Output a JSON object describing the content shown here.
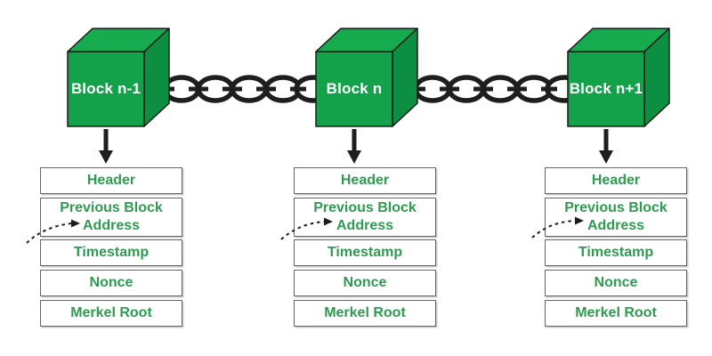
{
  "diagram": {
    "type": "blockchain-structure",
    "colors": {
      "cube_front": "#13A24A",
      "cube_top": "#15AB4E",
      "cube_side": "#0C8F40",
      "outline": "#1A1A1A",
      "chain": "#1E1E1E",
      "field_text": "#2E9B50",
      "box_border": "#636466",
      "background": "#FFFFFF"
    },
    "blocks": [
      {
        "label": "Block n-1",
        "fields": [
          "Header",
          "Previous Block Address",
          "Timestamp",
          "Nonce",
          "Merkel Root"
        ]
      },
      {
        "label": "Block n",
        "fields": [
          "Header",
          "Previous Block Address",
          "Timestamp",
          "Nonce",
          "Merkel Root"
        ]
      },
      {
        "label": "Block n+1",
        "fields": [
          "Header",
          "Previous Block Address",
          "Timestamp",
          "Nonce",
          "Merkel Root"
        ]
      }
    ]
  }
}
